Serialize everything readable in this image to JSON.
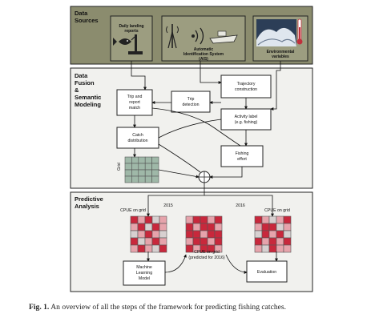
{
  "sections": {
    "data_sources": {
      "title_line1": "Data",
      "title_line2": "Sources"
    },
    "data_fusion": {
      "title_lines": [
        "Data",
        "Fusion",
        "&",
        "Semantic",
        "Modeling"
      ]
    },
    "predictive": {
      "title_line1": "Predictive",
      "title_line2": "Analysis"
    }
  },
  "sources": {
    "logbook": [
      "Daily landing",
      "reports"
    ],
    "ais": [
      "Automatic",
      "Identification System",
      "(AIS)"
    ],
    "env": [
      "Environmental",
      "variables"
    ]
  },
  "fusion": {
    "trip_report_match": [
      "Trip and",
      "report",
      "match"
    ],
    "trip_detection": [
      "Trip",
      "detection"
    ],
    "trajectory": [
      "Trajectory",
      "construction"
    ],
    "activity": [
      "Activity label",
      "(e.g. fishing)"
    ],
    "catch_distribution": [
      "Catch",
      "distribution"
    ],
    "fishing_effort": [
      "Fishing",
      "effort"
    ],
    "grid_label": "Grid"
  },
  "predictive": {
    "year_left": "2015",
    "year_right": "2016",
    "cpue_left": "CPUE on grid",
    "cpue_right": "CPUE on grid",
    "cpue_mid": [
      "CPUE on grid",
      "(predicted for 2016)"
    ],
    "ml_model": [
      "Machine",
      "Learning",
      "Model"
    ],
    "evaluation": "Evaluation"
  },
  "caption": {
    "label": "Fig. 1.",
    "text": " An overview of all the steps of the framework for predicting fishing catches."
  },
  "colors": {
    "sources_bg": "#8b8c6e",
    "panel_bg": "#f1f1ee",
    "grid_green": "#9fb8a8",
    "heat_red": "#c8283c",
    "heat_pink": "#e6a3ab",
    "heat_light": "#d7d0d0"
  }
}
